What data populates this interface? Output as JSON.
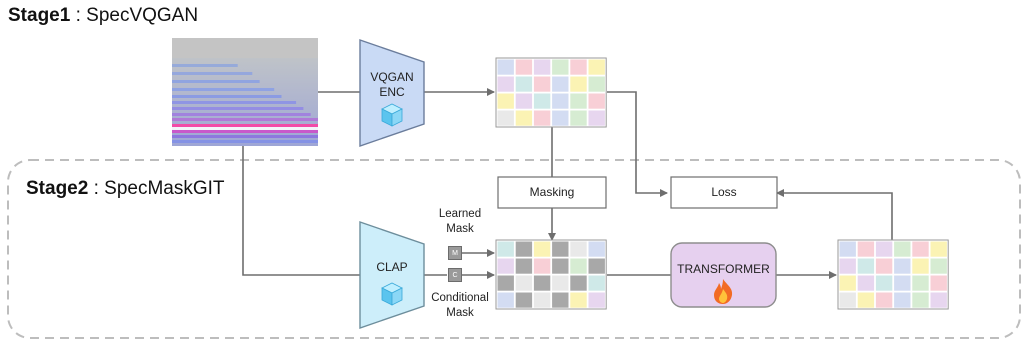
{
  "stage1": {
    "label_bold": "Stage1",
    "label_rest": " : SpecVQGAN"
  },
  "stage2": {
    "label_bold": "Stage2",
    "label_rest": " : SpecMaskGIT"
  },
  "encoder": {
    "line1": "VQGAN",
    "line2": "ENC"
  },
  "clap": {
    "label": "CLAP"
  },
  "masking": {
    "label": "Masking"
  },
  "loss": {
    "label": "Loss"
  },
  "transformer": {
    "label": "TRANSFORMER"
  },
  "learned_mask": {
    "line1": "Learned",
    "line2": "Mask",
    "badge": "M"
  },
  "conditional_mask": {
    "line1": "Conditional",
    "line2": "Mask",
    "badge": "C"
  },
  "icons": {
    "frozen": "ice-cube-icon",
    "trainable": "flame-icon"
  },
  "colors": {
    "encoder_fill": "#c9daf5",
    "clap_fill": "#cdeefa",
    "transformer_fill": "#e6d0ef",
    "arrow": "#6e6e6e",
    "dashed_border": "#bdbdbd",
    "masked_token": "#a8a8a8"
  },
  "token_grids": {
    "palette": [
      "#f8cfd6",
      "#fbf3b4",
      "#cfe9e8",
      "#d3dcf2",
      "#e7d6ef",
      "#d6ecd2",
      "#e9e9e9"
    ],
    "encoded": [
      [
        3,
        0,
        4,
        5,
        0,
        1
      ],
      [
        4,
        2,
        0,
        3,
        1,
        5
      ],
      [
        1,
        4,
        2,
        3,
        5,
        0
      ],
      [
        6,
        1,
        0,
        3,
        5,
        4
      ]
    ],
    "masked": [
      [
        2,
        0,
        1,
        4,
        6,
        3
      ],
      [
        4,
        6,
        0,
        6,
        5,
        1
      ],
      [
        1,
        6,
        3,
        6,
        0,
        2
      ],
      [
        3,
        0,
        6,
        2,
        1,
        4
      ]
    ],
    "mask_pattern": [
      [
        0,
        1,
        0,
        1,
        0,
        0
      ],
      [
        0,
        1,
        0,
        1,
        0,
        1
      ],
      [
        1,
        0,
        1,
        0,
        1,
        0
      ],
      [
        0,
        1,
        0,
        1,
        0,
        0
      ]
    ],
    "output": [
      [
        3,
        0,
        4,
        5,
        0,
        1
      ],
      [
        4,
        2,
        0,
        3,
        1,
        5
      ],
      [
        1,
        4,
        2,
        3,
        5,
        0
      ],
      [
        6,
        1,
        0,
        3,
        5,
        4
      ]
    ]
  }
}
